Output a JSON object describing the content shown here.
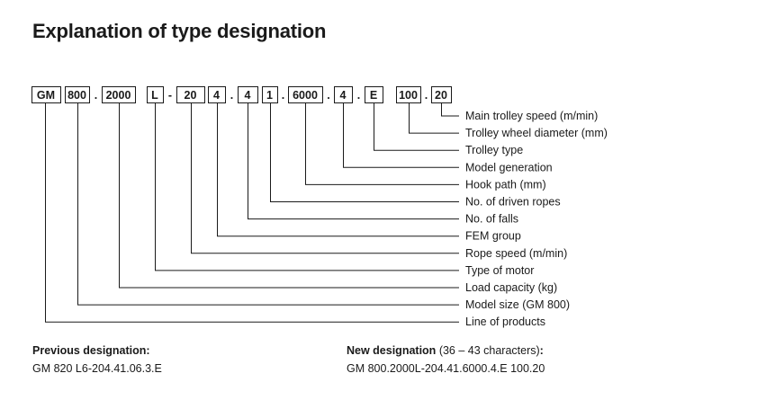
{
  "title": "Explanation of type designation",
  "segments": [
    {
      "text": "GM",
      "sep": ""
    },
    {
      "text": "800",
      "sep": "."
    },
    {
      "text": "2000",
      "sep": ""
    },
    {
      "text": "L",
      "sep": "-"
    },
    {
      "text": "20",
      "sep": ""
    },
    {
      "text": "4",
      "sep": "."
    },
    {
      "text": "4",
      "sep": ""
    },
    {
      "text": "1",
      "sep": "."
    },
    {
      "text": "6000",
      "sep": "."
    },
    {
      "text": "4",
      "sep": "."
    },
    {
      "text": "E",
      "sep": ""
    },
    {
      "text": "100",
      "sep": "."
    },
    {
      "text": "20",
      "sep": ""
    }
  ],
  "labels": [
    "Main trolley speed (m/min)",
    "Trolley wheel diameter (mm)",
    "Trolley type",
    "Model generation",
    "Hook path (mm)",
    "No. of driven ropes",
    "No. of falls",
    "FEM group",
    "Rope speed (m/min)",
    "Type of motor",
    "Load capacity (kg)",
    "Model size (GM 800)",
    "Line of products"
  ],
  "previous": {
    "heading": "Previous designation:",
    "value": "GM 820 L6-204.41.06.3.E"
  },
  "new": {
    "heading": "New designation",
    "note": "(36 – 43 characters)",
    "colon": ":",
    "value": "GM 800.2000L-204.41.6000.4.E 100.20"
  }
}
